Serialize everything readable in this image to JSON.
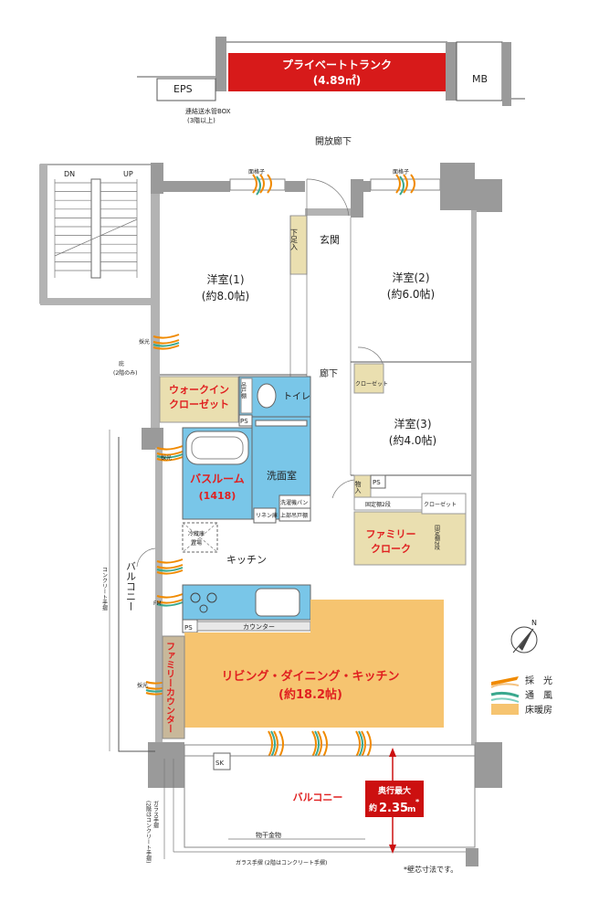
{
  "labels": {
    "private_trunk": "プライベートトランク",
    "private_trunk_area": "(4.89㎡)",
    "eps": "EPS",
    "mb": "MB",
    "water_box": "連結送水管BOX",
    "water_box_note": "(3階以上)",
    "open_corridor": "開放廊下",
    "dn": "DN",
    "up": "UP",
    "room1": "洋室(1)",
    "room1_size": "(約8.0帖)",
    "room2": "洋室(2)",
    "room2_size": "(約6.0帖)",
    "room3": "洋室(3)",
    "room3_size": "(約4.0帖)",
    "entrance": "玄関",
    "shoe_box": "下足入",
    "hallway": "廊下",
    "closet": "クローゼット",
    "walkin_closet": "ウォークイン\nクローゼット",
    "toilet": "トイレ",
    "toilet_storage": "吊戸棚",
    "ps": "PS",
    "bathroom": "バスルーム",
    "bathroom_size": "(1418)",
    "washroom": "洗面室",
    "laundry_pan": "洗濯機パン",
    "linen": "リネン庫",
    "upper_cabinet": "上部吊戸棚",
    "fridge": "冷蔵庫\n置場",
    "kitchen": "キッチン",
    "counter": "カウンター",
    "ldk": "リビング・ダイニング・キッチン",
    "ldk_size": "(約18.2帖)",
    "family_counter": "ファミリーカウンター",
    "family_cloak": "ファミリー\nクローク",
    "fixed_shelf": "固定棚2段",
    "storage": "物入",
    "balcony_side": "バルコニー",
    "balcony_bottom": "バルコニー",
    "niwa": "庇",
    "niwa_note": "(2階のみ)",
    "concrete_rail": "コンクリート手摺",
    "glass_rail_left": "ガラス手摺\n(2階はコンクリート手摺)",
    "glass_rail_bottom": "ガラス手摺 (2階はコンクリート手摺)",
    "laundry_hanger": "物干金物",
    "sk": "SK",
    "depth_title": "奥行最大",
    "depth_prefix": "約",
    "depth_value": "2.35",
    "depth_unit": "m",
    "depth_mark": "*",
    "note": "*壁芯寸法です。",
    "vent_label": "面格子",
    "light_short": "採光",
    "fm": "FM"
  },
  "legend": {
    "light": "採　光",
    "wind": "通　風",
    "floor_heating": "床暖房",
    "compass": "N"
  },
  "colors": {
    "trunk": "#d71a1a",
    "wet_area": "#79c6e8",
    "floor_heating": "#f6c470",
    "closet_fill": "#eadfb0",
    "accent_red": "#e02020",
    "depth_box": "#cc1010",
    "light_arrow": "#f08a00",
    "wind_arrow": "#3aa88e"
  }
}
